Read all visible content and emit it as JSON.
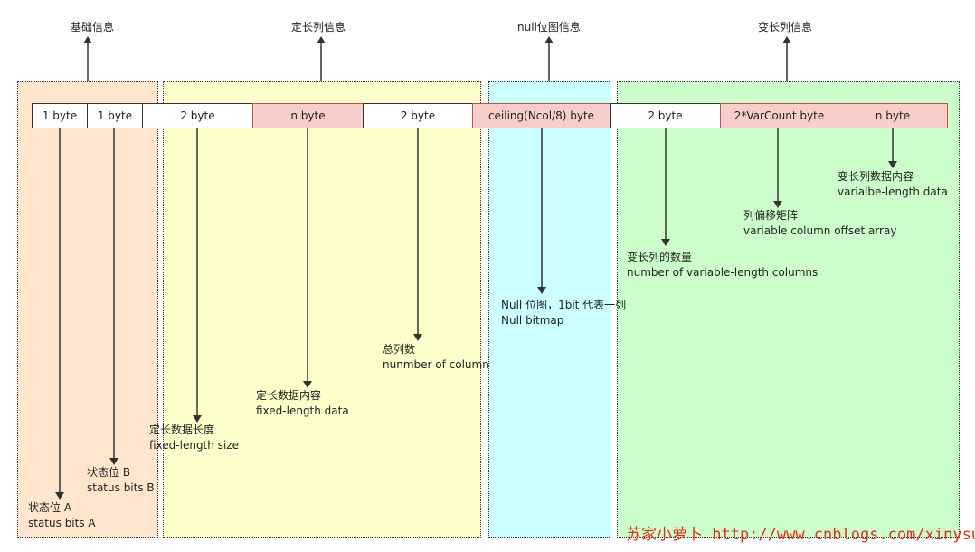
{
  "colors": {
    "basic": "#ffe6cc",
    "fixed": "#ffffcc",
    "null": "#ccffff",
    "variable": "#ccffcc",
    "highlight_fill": "#f8cecc",
    "highlight_border": "#b85450",
    "watermark": "#d9331e"
  },
  "sections": {
    "basic": "基础信息",
    "fixed": "定长列信息",
    "null": "null位图信息",
    "variable": "变长列信息"
  },
  "cells": [
    {
      "label": "1 byte",
      "highlight": false
    },
    {
      "label": "1 byte",
      "highlight": false
    },
    {
      "label": "2 byte",
      "highlight": false
    },
    {
      "label": "n byte",
      "highlight": true
    },
    {
      "label": "2 byte",
      "highlight": false
    },
    {
      "label": "ceiling(Ncol/8)  byte",
      "highlight": true
    },
    {
      "label": "2 byte",
      "highlight": false
    },
    {
      "label": "2*VarCount byte",
      "highlight": true
    },
    {
      "label": "n byte",
      "highlight": true
    }
  ],
  "descriptions": [
    {
      "zh": "状态位 A",
      "en": "status bits A"
    },
    {
      "zh": "状态位 B",
      "en": "status bits B"
    },
    {
      "zh": "定长数据长度",
      "en": "fixed-length size"
    },
    {
      "zh": "定长数据内容",
      "en": "fixed-length data"
    },
    {
      "zh": "总列数",
      "en": "nunmber of column"
    },
    {
      "zh": "Null 位图，1bit 代表一列",
      "en": "Null bitmap"
    },
    {
      "zh": "变长列的数量",
      "en": "number of variable-length columns"
    },
    {
      "zh": "列偏移矩阵",
      "en": "variable column offset array"
    },
    {
      "zh": "变长列数据内容",
      "en": "varialbe-length data"
    }
  ],
  "watermark": "苏家小萝卜 http://www.cnblogs.com/xinysu/"
}
